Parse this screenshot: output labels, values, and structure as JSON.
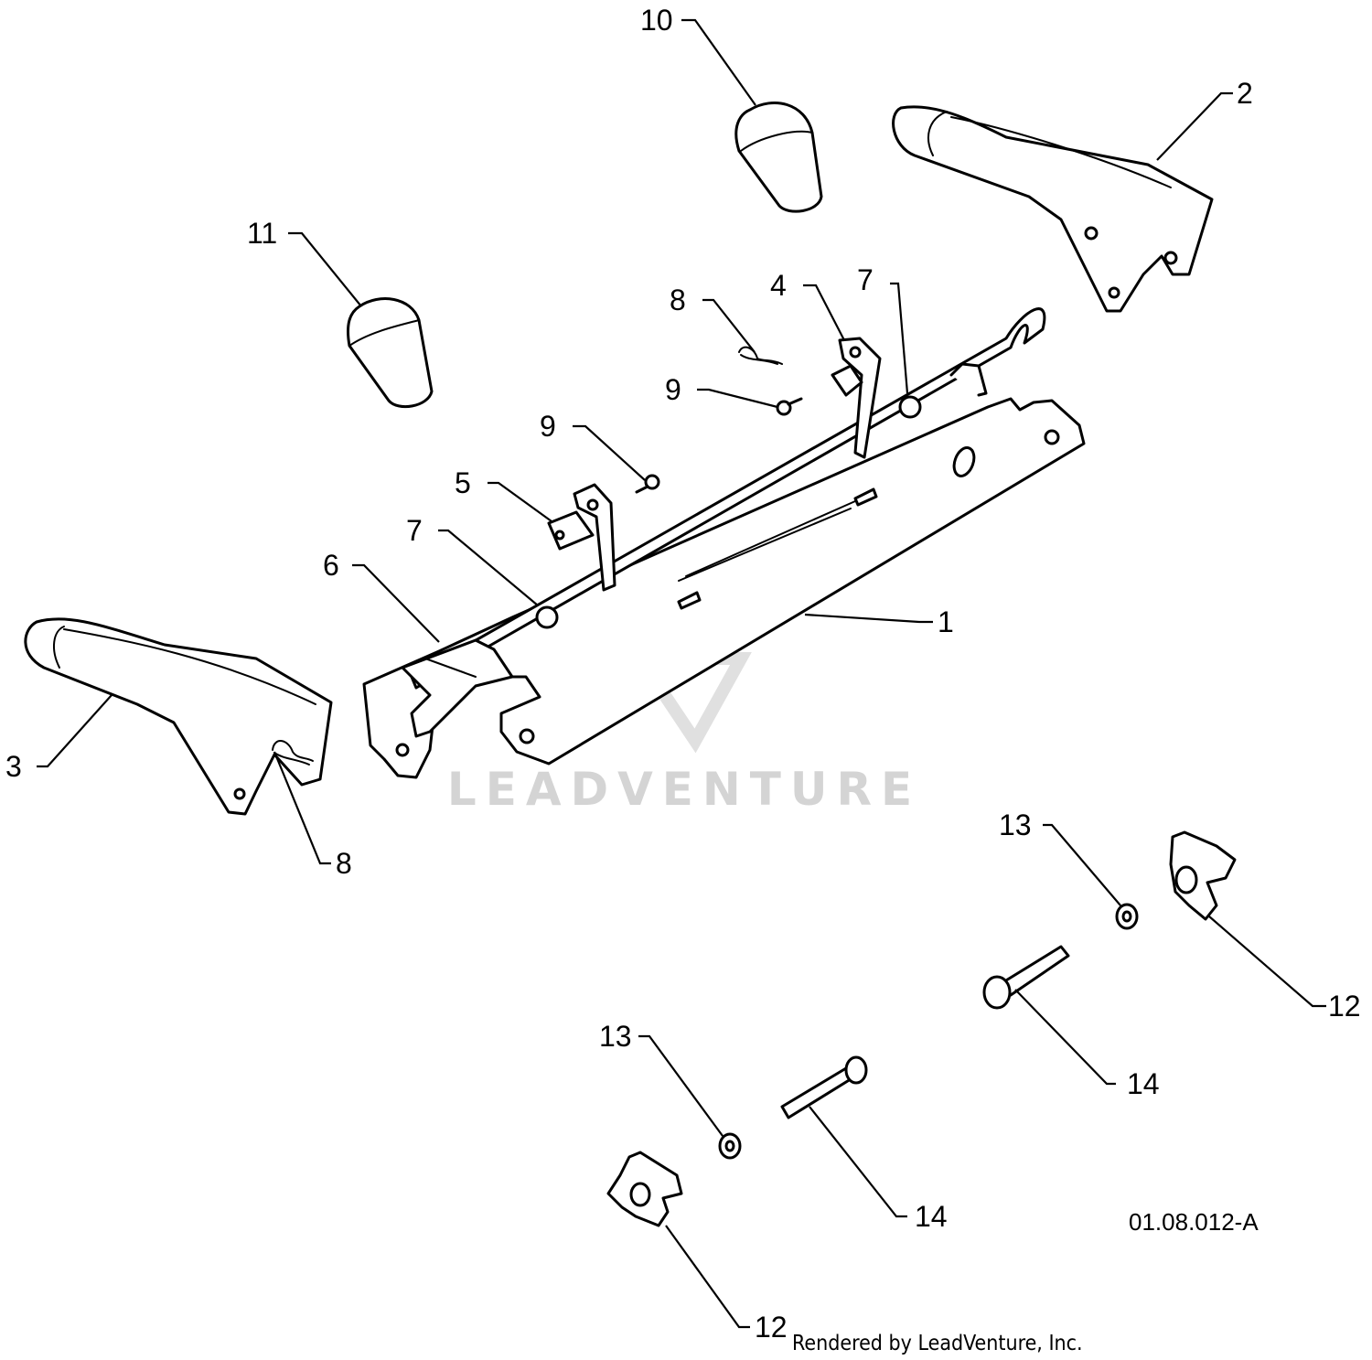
{
  "diagram": {
    "drawing_code": "01.08.012-A",
    "credit": "Rendered by LeadVenture, Inc.",
    "watermark": "LEADVENTURE",
    "callouts": [
      {
        "id": "c10",
        "label": "10"
      },
      {
        "id": "c2",
        "label": "2"
      },
      {
        "id": "c11",
        "label": "11"
      },
      {
        "id": "c8a",
        "label": "8"
      },
      {
        "id": "c4",
        "label": "4"
      },
      {
        "id": "c7a",
        "label": "7"
      },
      {
        "id": "c9a",
        "label": "9"
      },
      {
        "id": "c9b",
        "label": "9"
      },
      {
        "id": "c5",
        "label": "5"
      },
      {
        "id": "c7b",
        "label": "7"
      },
      {
        "id": "c6",
        "label": "6"
      },
      {
        "id": "c1",
        "label": "1"
      },
      {
        "id": "c3",
        "label": "3"
      },
      {
        "id": "c8b",
        "label": "8"
      },
      {
        "id": "c13a",
        "label": "13"
      },
      {
        "id": "c12a",
        "label": "12"
      },
      {
        "id": "c14a",
        "label": "14"
      },
      {
        "id": "c13b",
        "label": "13"
      },
      {
        "id": "c14b",
        "label": "14"
      },
      {
        "id": "c12b",
        "label": "12"
      }
    ]
  }
}
